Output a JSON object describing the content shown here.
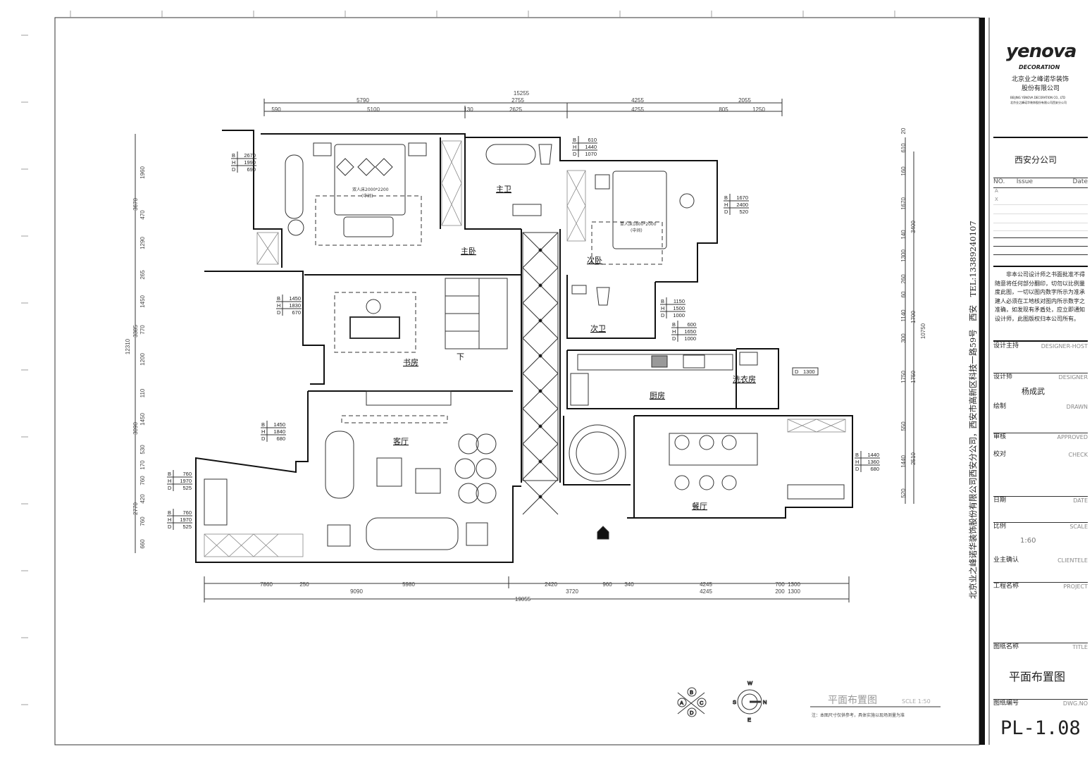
{
  "title_block": {
    "logo": "yenova",
    "logo_sub": "DECORATION",
    "company_cn_1": "北京业之峰诺华装饰",
    "company_cn_2": "股份有限公司",
    "company_en": "BEIJING YENOVA DECORATION CO., LTD",
    "company_small": "北京业之峰诺华装饰股份有限公司西安分公司",
    "branch": "西安分公司",
    "issue_header": {
      "no": "NO.",
      "issue": "Issue",
      "date": "Date"
    },
    "issue_rows": [
      "A",
      "X"
    ],
    "notice": "非本公司设计师之书面批准不得随意将任何部分翻印，切勿以比例量度此图，一切以图内数字所示为准承建人必须在工地核对图内所示数字之准确，如发现有矛盾处，应立即通知设计师，此图版权归本公司所有。",
    "fields": [
      {
        "cn": "设计主持",
        "en": "DESIGNER-HOST",
        "value": ""
      },
      {
        "cn": "设计师",
        "en": "DESIGNER",
        "value": "杨成武"
      },
      {
        "cn": "绘制",
        "en": "DRAWN",
        "value": ""
      },
      {
        "cn": "审核",
        "en": "APPROVED",
        "value": ""
      },
      {
        "cn": "校对",
        "en": "CHECK",
        "value": ""
      },
      {
        "cn": "日期",
        "en": "DATE",
        "value": ""
      },
      {
        "cn": "比例",
        "en": "SCALE",
        "value": "1:60"
      },
      {
        "cn": "业主确认",
        "en": "CLIENTELE",
        "value": ""
      },
      {
        "cn": "工程名称",
        "en": "PROJECT",
        "value": ""
      },
      {
        "cn": "图纸名称",
        "en": "TITLE",
        "value": "平面布置图"
      },
      {
        "cn": "图纸编号",
        "en": "DWG.NO",
        "value": "PL-1.08"
      }
    ],
    "side_text": "北京业之峰诺华装饰股份有限公司西安分公司，西安市高新区科技一路59号　西安　TEL:13389240107"
  },
  "plan": {
    "rooms": {
      "master_bath": "主卫",
      "master_bedroom": "主卧",
      "second_bedroom": "次卧",
      "second_bath": "次卫",
      "study": "书房",
      "stairs_down": "下",
      "kitchen": "厨房",
      "laundry": "洗衣房",
      "living_room": "客厅",
      "dining_room": "餐厅"
    },
    "bed_labels": {
      "master_bed": "双人床2000*2200",
      "master_bed_sub": "(中间)",
      "second_bed": "单人床1800*2000",
      "second_bed_sub": "(中间)"
    },
    "spec_tables": [
      {
        "B": "2670",
        "H": "1990",
        "D": "690"
      },
      {
        "B": "610",
        "H": "1440",
        "D": "1070"
      },
      {
        "B": "1670",
        "H": "2400",
        "D": "520"
      },
      {
        "B": "1450",
        "H": "1830",
        "D": "670"
      },
      {
        "B": "1150",
        "H": "1500",
        "D": "1000"
      },
      {
        "B": "600",
        "H": "1650",
        "D": "1000"
      },
      {
        "B": "1450",
        "H": "1840",
        "D": "680"
      },
      {
        "B": "760",
        "H": "1970",
        "D": "525"
      },
      {
        "B": "760",
        "H": "1970",
        "D": "525"
      },
      {
        "B": "1440",
        "H": "1360",
        "D": "680"
      }
    ],
    "laundry_depth": {
      "label": "D",
      "value": "1300"
    },
    "dims_top": [
      "15255",
      "5790",
      "2755",
      "4255",
      "2055",
      "590",
      "5100",
      "130",
      "2625",
      "4255",
      "805",
      "1250"
    ],
    "dims_bottom": [
      "7860",
      "250",
      "5980",
      "2420",
      "960",
      "340",
      "4245",
      "700",
      "1300",
      "9090",
      "3720",
      "4245",
      "200",
      "1300",
      "19055"
    ],
    "dims_left": [
      "1960",
      "470",
      "1290",
      "265",
      "1450",
      "770",
      "1200",
      "110",
      "1450",
      "530",
      "170",
      "760",
      "420",
      "760",
      "660",
      "3670",
      "3385",
      "3090",
      "2770",
      "12310"
    ],
    "dims_right": [
      "610",
      "20",
      "160",
      "1670",
      "140",
      "1300",
      "260",
      "60",
      "1140",
      "300",
      "1750",
      "550",
      "1440",
      "520",
      "3400",
      "1700",
      "1750",
      "2510",
      "10750"
    ]
  },
  "legend": {
    "index_letters": [
      "A",
      "B",
      "C",
      "D"
    ],
    "compass": {
      "n": "N",
      "s": "S",
      "e": "E",
      "w": "W"
    },
    "drawing_title": "平面布置图",
    "scale_label": "SCLE 1:50",
    "note": "注：本图尺寸仅供参考，具体实施以现场测量为准"
  }
}
